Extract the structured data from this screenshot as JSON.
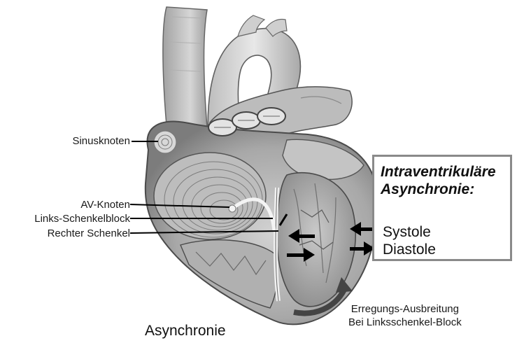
{
  "labels": {
    "sinusknoten": "Sinusknoten",
    "av_knoten": "AV-Knoten",
    "links_schenkelblock": "Links-Schenkelblock",
    "rechter_schenkel": "Rechter Schenkel"
  },
  "box": {
    "title_line1": "Intraventrikuläre",
    "title_line2": "Asynchronie:",
    "systole": "Systole",
    "diastole": "Diastole"
  },
  "excitation_note": {
    "line1": "Erregungs-Ausbreitung",
    "line2": "Bei Linksschenkel-Block"
  },
  "caption": "Asynchronie",
  "colors": {
    "box_border": "#8a8a8a",
    "heart_shade": "#9a9a9a",
    "vessel_shade": "#c4c4c4",
    "arrow": "#000000",
    "excitation_arrow": "#444444"
  }
}
